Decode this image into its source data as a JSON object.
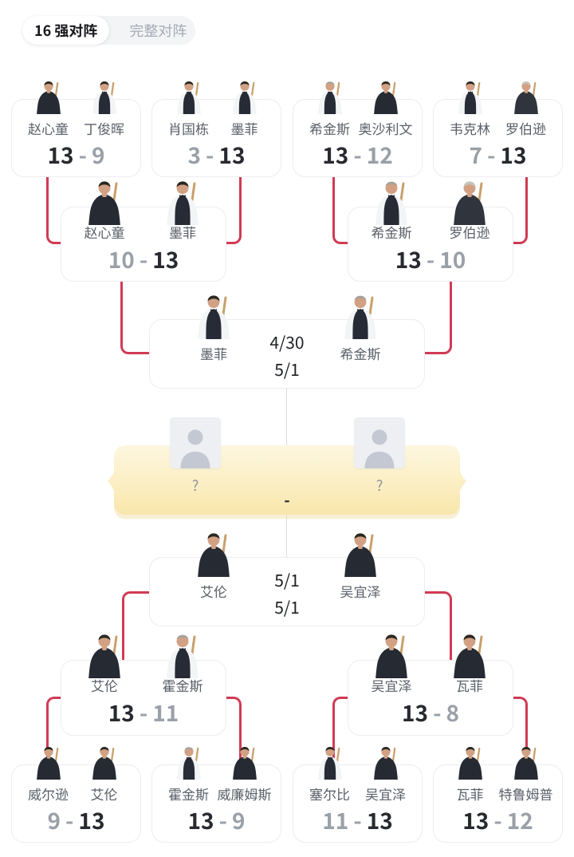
{
  "tabs": [
    {
      "label": "16 强对阵",
      "active": true
    },
    {
      "label": "完整对阵",
      "active": false
    }
  ],
  "colors": {
    "accent_line": "#d13a54",
    "winner_score": "#282a30",
    "loser_score": "#9aa0a8",
    "player_name": "#5b6069",
    "banner_gradient_top": "#fdf6dc",
    "banner_gradient_bottom": "#f7e3a2"
  },
  "bracket": {
    "r16_top": [
      {
        "p1": {
          "name": "赵心童",
          "score": "13",
          "winner": true
        },
        "p2": {
          "name": "丁俊晖",
          "score": "9",
          "winner": false
        },
        "sep": "-"
      },
      {
        "p1": {
          "name": "肖国栋",
          "score": "3",
          "winner": false
        },
        "p2": {
          "name": "墨菲",
          "score": "13",
          "winner": true
        },
        "sep": "-"
      },
      {
        "p1": {
          "name": "希金斯",
          "score": "13",
          "winner": true
        },
        "p2": {
          "name": "奥沙利文",
          "score": "12",
          "winner": false
        },
        "sep": "-"
      },
      {
        "p1": {
          "name": "韦克林",
          "score": "7",
          "winner": false
        },
        "p2": {
          "name": "罗伯逊",
          "score": "13",
          "winner": true
        },
        "sep": "-"
      }
    ],
    "qf_top": [
      {
        "p1": {
          "name": "赵心童",
          "score": "10",
          "winner": false
        },
        "p2": {
          "name": "墨菲",
          "score": "13",
          "winner": true
        },
        "sep": "-"
      },
      {
        "p1": {
          "name": "希金斯",
          "score": "13",
          "winner": true
        },
        "p2": {
          "name": "罗伯逊",
          "score": "10",
          "winner": false
        },
        "sep": "-"
      }
    ],
    "sf_top": {
      "p1": {
        "name": "墨菲"
      },
      "p2": {
        "name": "希金斯"
      },
      "dates": [
        "4/30",
        "5/1"
      ]
    },
    "final": {
      "p1": {
        "name": "?"
      },
      "p2": {
        "name": "?"
      },
      "sep": "-"
    },
    "sf_bottom": {
      "p1": {
        "name": "艾伦"
      },
      "p2": {
        "name": "吴宜泽"
      },
      "dates": [
        "5/1",
        "5/1"
      ]
    },
    "qf_bottom": [
      {
        "p1": {
          "name": "艾伦",
          "score": "13",
          "winner": true
        },
        "p2": {
          "name": "霍金斯",
          "score": "11",
          "winner": false
        },
        "sep": "-"
      },
      {
        "p1": {
          "name": "吴宜泽",
          "score": "13",
          "winner": true
        },
        "p2": {
          "name": "瓦菲",
          "score": "8",
          "winner": false
        },
        "sep": "-"
      }
    ],
    "r16_bottom": [
      {
        "p1": {
          "name": "威尔逊",
          "score": "9",
          "winner": false
        },
        "p2": {
          "name": "艾伦",
          "score": "13",
          "winner": true
        },
        "sep": "-"
      },
      {
        "p1": {
          "name": "霍金斯",
          "score": "13",
          "winner": true
        },
        "p2": {
          "name": "威廉姆斯",
          "score": "9",
          "winner": false
        },
        "sep": "-"
      },
      {
        "p1": {
          "name": "塞尔比",
          "score": "11",
          "winner": false
        },
        "p2": {
          "name": "吴宜泽",
          "score": "13",
          "winner": true
        },
        "sep": "-"
      },
      {
        "p1": {
          "name": "瓦菲",
          "score": "13",
          "winner": true
        },
        "p2": {
          "name": "特鲁姆普",
          "score": "12",
          "winner": false
        },
        "sep": "-"
      }
    ]
  }
}
